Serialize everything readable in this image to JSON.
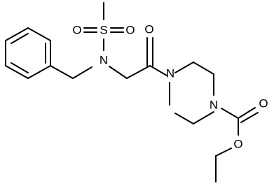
{
  "atoms": {
    "sulfur": "S",
    "sulfonyl_oxygen_left": "O",
    "sulfonyl_oxygen_right": "O",
    "sulfonamide_nitrogen": "N",
    "amide_oxygen": "O",
    "amide_nitrogen": "N",
    "carbamate_nitrogen": "N",
    "carbonyl_oxygen": "O",
    "ester_oxygen": "O"
  },
  "colors": {
    "bond": "#000000",
    "label": "#000000",
    "background": "#ffffff"
  }
}
